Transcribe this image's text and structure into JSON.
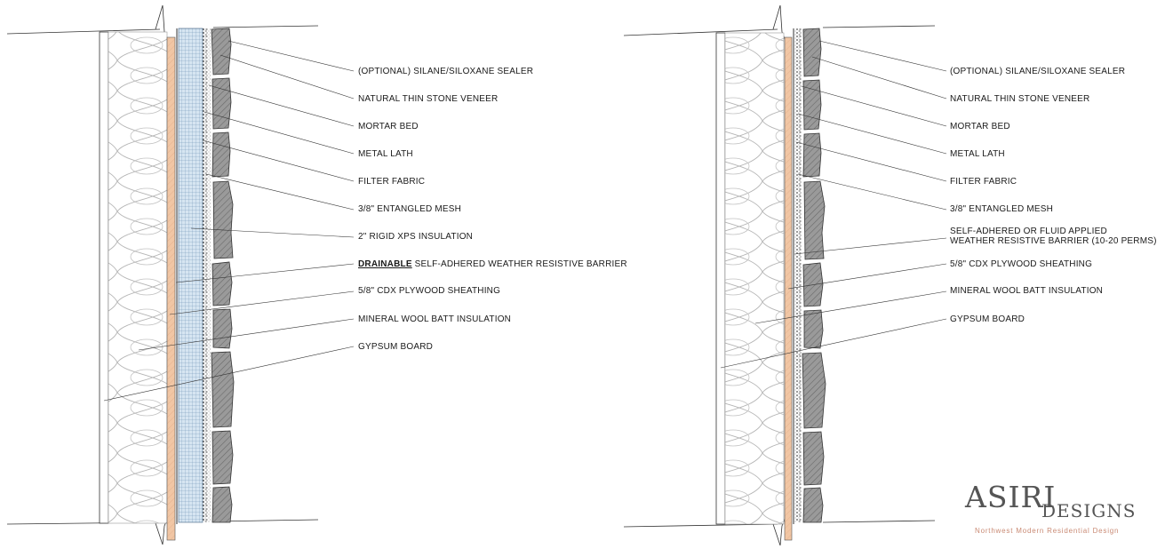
{
  "diagrams": [
    {
      "id": "left",
      "labels": [
        {
          "text": "(OPTIONAL) SILANE/SILOXANE SEALER"
        },
        {
          "text": "NATURAL THIN STONE VENEER"
        },
        {
          "text": "MORTAR BED"
        },
        {
          "text": "METAL LATH"
        },
        {
          "text": "FILTER FABRIC"
        },
        {
          "text": "3/8\" ENTANGLED MESH"
        },
        {
          "text": "2\" RIGID XPS INSULATION"
        },
        {
          "emphasis": "DRAINABLE",
          "text": " SELF-ADHERED WEATHER RESISTIVE BARRIER"
        },
        {
          "text": "5/8\" CDX PLYWOOD SHEATHING"
        },
        {
          "text": "MINERAL WOOL BATT INSULATION"
        },
        {
          "text": "GYPSUM BOARD"
        }
      ]
    },
    {
      "id": "right",
      "labels": [
        {
          "text": "(OPTIONAL) SILANE/SILOXANE SEALER"
        },
        {
          "text": "NATURAL THIN STONE VENEER"
        },
        {
          "text": "MORTAR BED"
        },
        {
          "text": "METAL LATH"
        },
        {
          "text": "FILTER FABRIC"
        },
        {
          "text": "3/8\" ENTANGLED MESH"
        },
        {
          "text": "SELF-ADHERED OR FLUID APPLIED"
        },
        {
          "text": "WEATHER RESISTIVE BARRIER (10-20 PERMS)"
        },
        {
          "text": "5/8\" CDX PLYWOOD SHEATHING"
        },
        {
          "text": "MINERAL WOOL BATT INSULATION"
        },
        {
          "text": "GYPSUM BOARD"
        }
      ]
    }
  ],
  "brand": {
    "name_part1": "ASIRI",
    "name_part2": "DESIGNS",
    "tagline": "Northwest Modern Residential Design"
  },
  "colors": {
    "plywood": "#f1c6a4",
    "xps": "#cfe0ee",
    "stone": "#8f8f8f",
    "line": "#222222",
    "brand_text": "#555555",
    "tagline": "#c98a74"
  }
}
